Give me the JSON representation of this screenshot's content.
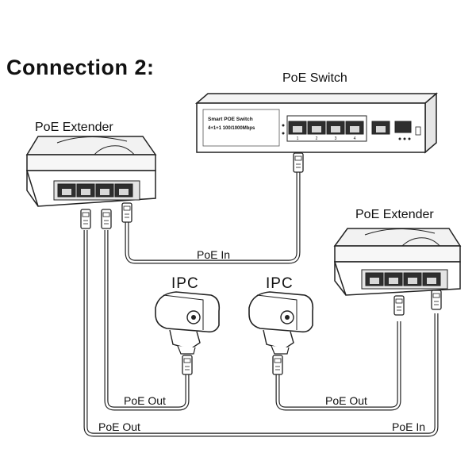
{
  "heading": "Connection 2:",
  "devices": {
    "switch": {
      "label": "PoE Switch",
      "panel_line1": "Smart POE Switch",
      "panel_line2": "4+1+1 100/1000Mbps",
      "port_numbers": [
        "1",
        "2",
        "3",
        "4"
      ]
    },
    "extender_left": {
      "label": "PoE Extender"
    },
    "extender_right": {
      "label": "PoE Extender"
    },
    "camera_left": {
      "label": "IPC"
    },
    "camera_right": {
      "label": "IPC"
    }
  },
  "wires": {
    "switch_to_left_extender": "PoE In",
    "left_extender_to_camera_left": "PoE Out",
    "right_extender_to_camera_right": "PoE Out",
    "left_extender_out_bottom": "PoE Out",
    "right_extender_in_bottom": "PoE In"
  },
  "colors": {
    "line": "#222222",
    "cable_fill": "#ffffff",
    "port": "#2e2e2e"
  }
}
